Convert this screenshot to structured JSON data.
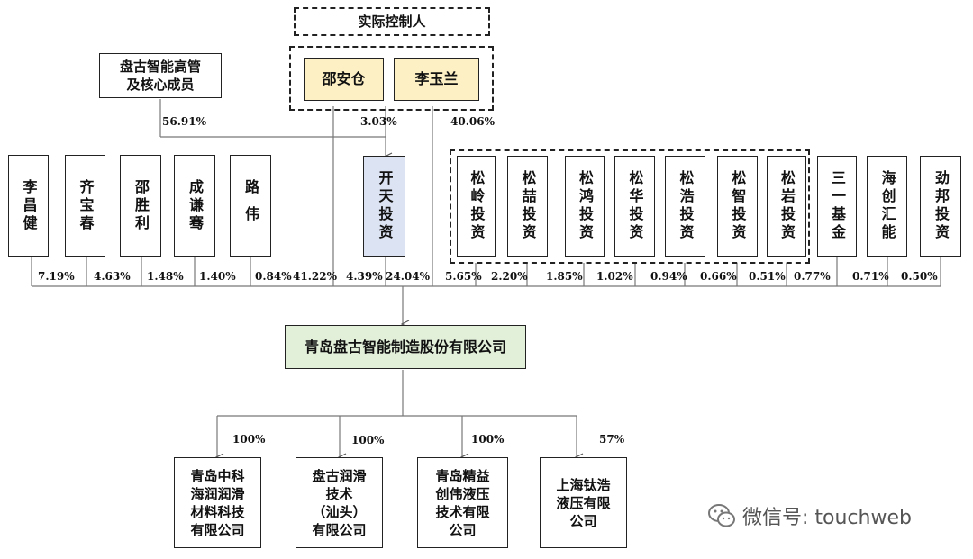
{
  "controller": {
    "title": "实际控制人",
    "persons": [
      "邵安仓",
      "李玉兰"
    ]
  },
  "mgmt": {
    "name": "盘古智能高管\n及核心成员"
  },
  "upper_pcts": {
    "mgmt": "56.91%",
    "shao": "3.03%",
    "li": "40.06%"
  },
  "kaitian": {
    "name": "开天投资"
  },
  "shareholders": [
    {
      "name": "李昌健",
      "pct": "7.19%"
    },
    {
      "name": "齐宝春",
      "pct": "4.63%"
    },
    {
      "name": "邵胜利",
      "pct": "1.48%"
    },
    {
      "name": "成谦骞",
      "pct": "1.40%"
    },
    {
      "name": "路伟",
      "pct": "0.84%"
    },
    {
      "name": "松岭投资",
      "pct": "2.20%"
    },
    {
      "name": "松喆投资",
      "pct": "1.85%"
    },
    {
      "name": "松鸿投资",
      "pct": "1.02%"
    },
    {
      "name": "松华投资",
      "pct": "0.94%"
    },
    {
      "name": "松浩投资",
      "pct": "0.66%"
    },
    {
      "name": "松智投资",
      "pct": "0.51%"
    },
    {
      "name": "松岩投资",
      "pct": "0.77%"
    },
    {
      "name": "三一基金",
      "pct": "0.71%"
    },
    {
      "name": "海创汇能",
      "pct": "0.50%"
    },
    {
      "name": "劲邦投资",
      "pct": ""
    }
  ],
  "direct_pcts": {
    "shao": "41.22%",
    "li": "4.39%",
    "kaitian": "24.04%",
    "song": "5.65%"
  },
  "company": {
    "name": "青岛盘古智能制造股份有限公司"
  },
  "subsidiaries": [
    {
      "name": "青岛中科\n海润润滑\n材料科技\n有限公司",
      "pct": "100%"
    },
    {
      "name": "盘古润滑\n技术\n（汕头）\n有限公司",
      "pct": "100%"
    },
    {
      "name": "青岛精益\n创伟液压\n技术有限\n公司",
      "pct": "100%"
    },
    {
      "name": "上海钛浩\n液压有限\n公司",
      "pct": "57%"
    }
  ],
  "watermark": {
    "text": "微信号: touchweb"
  },
  "colors": {
    "person_fill": "#fdf0c4",
    "kaitian_fill": "#dce3f3",
    "company_fill": "#e2efd9"
  }
}
